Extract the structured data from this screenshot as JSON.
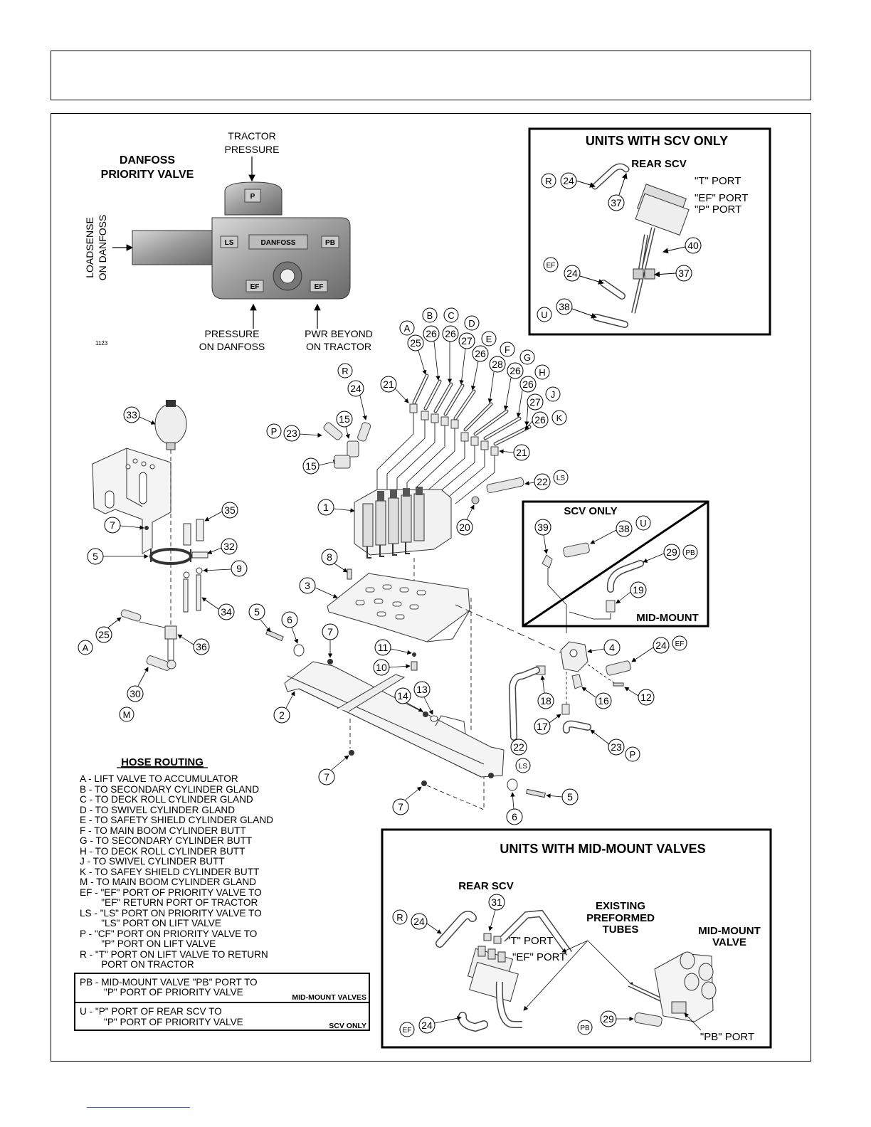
{
  "priority_valve": {
    "title_line1": "DANFOSS",
    "title_line2": "PRIORITY VALVE",
    "tractor_pressure_1": "TRACTOR",
    "tractor_pressure_2": "PRESSURE",
    "loadsense_1": "LOADSENSE",
    "loadsense_2": "ON DANFOSS",
    "pressure_1": "PRESSURE",
    "pressure_2": "ON DANFOSS",
    "pwr_1": "PWR BEYOND",
    "pwr_2": "ON TRACTOR",
    "figure_no": "1123",
    "port_p": "P",
    "port_ls": "LS",
    "port_pb": "PB",
    "port_ef1": "EF",
    "port_ef2": "EF",
    "brand": "DANFOSS"
  },
  "scv_box": {
    "title": "UNITS WITH SCV ONLY",
    "rear_scv": "REAR  SCV",
    "t_port": "\"T\" PORT",
    "ef_port": "\"EF\" PORT",
    "p_port": "\"P\" PORT",
    "letters": {
      "r": "R",
      "ef": "EF",
      "u": "U"
    },
    "nums": {
      "n24a": "24",
      "n37a": "37",
      "n40": "40",
      "n24b": "24",
      "n37b": "37",
      "n38": "38"
    }
  },
  "scv_only_inset": {
    "title": "SCV ONLY",
    "mid_mount": "MID-MOUNT",
    "nums": {
      "n39": "39",
      "n38": "38",
      "n29": "29",
      "n19": "19"
    },
    "letters": {
      "u": "U",
      "pb": "PB"
    }
  },
  "callouts": {
    "letters": {
      "A": "A",
      "B": "B",
      "C": "C",
      "D": "D",
      "E": "E",
      "F": "F",
      "G": "G",
      "H": "H",
      "J": "J",
      "K": "K",
      "R": "R",
      "P": "P",
      "LS": "LS",
      "A2": "A",
      "M": "M",
      "EF": "EF",
      "P2": "P",
      "LS2": "LS"
    },
    "nums": {
      "n25": "25",
      "n26a": "26",
      "n26b": "26",
      "n27a": "27",
      "n26c": "26",
      "n28": "28",
      "n26d": "26",
      "n26e": "26",
      "n27b": "27",
      "n26f": "26",
      "n21a": "21",
      "n21b": "21",
      "n24": "24",
      "n15a": "15",
      "n15b": "15",
      "n23": "23",
      "n22": "22",
      "n20": "20",
      "n1": "1",
      "n33": "33",
      "n35": "35",
      "n7a": "7",
      "n32": "32",
      "n5a": "5",
      "n9": "9",
      "n34": "34",
      "n25b": "25",
      "n36": "36",
      "n30": "30",
      "n8": "8",
      "n3": "3",
      "n5b": "5",
      "n6a": "6",
      "n7b": "7",
      "n11": "11",
      "n10": "10",
      "n14": "14",
      "n13": "13",
      "n2": "2",
      "n7c": "7",
      "n7d": "7",
      "n6b": "6",
      "n5c": "5",
      "n4": "4",
      "n24ef": "24",
      "n18": "18",
      "n16": "16",
      "n12": "12",
      "n17": "17",
      "n22b": "22",
      "n23b": "23"
    }
  },
  "hose_routing": {
    "title": "HOSE ROUTING",
    "lines": [
      "A - LIFT VALVE TO ACCUMULATOR",
      "B - TO SECONDARY CYLINDER GLAND",
      "C - TO DECK ROLL CYLINDER GLAND",
      "D - TO SWIVEL CYLINDER GLAND",
      "E - TO SAFETY SHIELD CYLINDER GLAND",
      "F - TO MAIN BOOM CYLINDER BUTT",
      "G - TO SECONDARY CYLINDER BUTT",
      "H - TO DECK ROLL CYLINDER BUTT",
      "J - TO SWIVEL CYLINDER BUTT",
      "K - TO SAFEY SHIELD CYLINDER BUTT",
      "M - TO MAIN BOOM CYLINDER GLAND",
      "EF - \"EF\" PORT OF PRIORITY VALVE TO",
      "        \"EF\" RETURN PORT OF TRACTOR",
      "LS - \"LS\" PORT ON PRIORITY VALVE TO",
      "        \"LS\" PORT ON LIFT VALVE",
      "P - \"CF\" PORT ON PRIORITY VALVE TO",
      "        \"P\" PORT ON LIFT VALVE",
      "R - \"T\" PORT ON LIFT VALVE TO RETURN",
      "        PORT ON TRACTOR"
    ],
    "pb_line1": "PB - MID-MOUNT VALVE \"PB\" PORT TO",
    "pb_line2": "\"P\" PORT OF PRIORITY VALVE",
    "pb_tag": "MID-MOUNT VALVES",
    "u_line1": "U - \"P\" PORT OF REAR SCV TO",
    "u_line2": "\"P\" PORT OF PRIORITY VALVE",
    "u_tag": "SCV ONLY"
  },
  "mid_mount_box": {
    "title": "UNITS WITH MID-MOUNT VALVES",
    "rear_scv": "REAR  SCV",
    "existing_1": "EXISTING",
    "existing_2": "PREFORMED",
    "existing_3": "TUBES",
    "mid_mount_1": "MID-MOUNT",
    "mid_mount_2": "VALVE",
    "t_port": "\"T\" PORT",
    "ef_port": "\"EF\" PORT",
    "pb_port": "\"PB\" PORT",
    "letters": {
      "r": "R",
      "ef": "EF",
      "pb": "PB"
    },
    "nums": {
      "n24a": "24",
      "n31": "31",
      "n24b": "24",
      "n29": "29"
    }
  }
}
